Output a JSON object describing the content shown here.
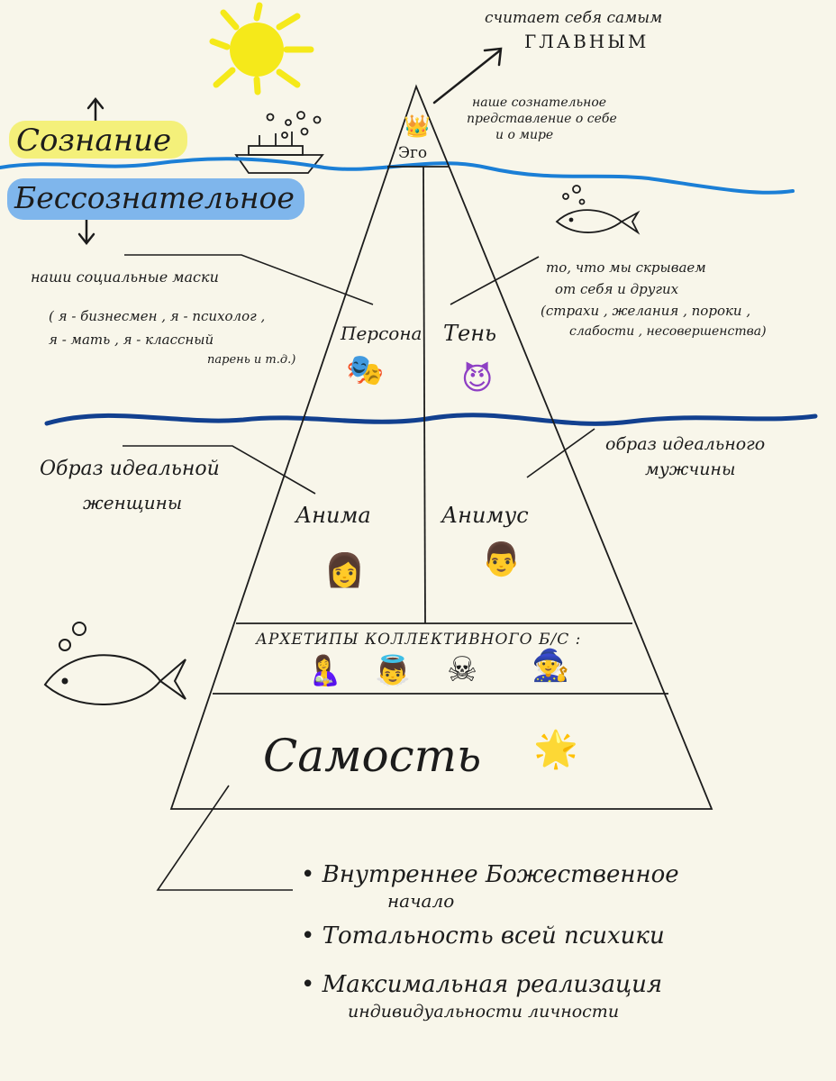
{
  "labels": {
    "consciousness": "Сознание",
    "unconscious": "Бессознательное",
    "ego": "Эго",
    "ego_note_top_1": "считает себя самым",
    "ego_note_top_2": "ГЛАВНЫМ",
    "ego_note_1": "наше сознательное",
    "ego_note_2": "представление о себе",
    "ego_note_3": "и о мире",
    "persona": "Персона",
    "shadow": "Тень",
    "persona_note_1": "наши социальные маски",
    "persona_note_2": "( я - бизнесмен , я - психолог ,",
    "persona_note_3": "я - мать , я - классный",
    "persona_note_4": "парень и т.д.)",
    "shadow_note_1": "то, что мы скрываем",
    "shadow_note_2": "от себя и других",
    "shadow_note_3": "(страхи , желания , пороки ,",
    "shadow_note_4": "слабости , несовершенства)",
    "anima": "Анима",
    "animus": "Анимус",
    "anima_note_1": "Образ идеальной",
    "anima_note_2": "женщины",
    "animus_note_1": "образ идеального",
    "animus_note_2": "мужчины",
    "archetypes": "АРХЕТИПЫ КОЛЛЕКТИВНОГО Б/С :",
    "self": "Самость",
    "self_points": [
      "• Внутреннее Божественное",
      "начало",
      "• Тотальность всей психики",
      "• Максимальная реализация",
      "индивидуальности личности"
    ]
  },
  "icons": {
    "crown": "👑",
    "masks": "🎭",
    "devil": "😈",
    "woman": "👩",
    "man": "👨",
    "mother": "🤱",
    "baby": "👼",
    "skull": "☠",
    "wizard": "🧙",
    "star": "🌟"
  },
  "colors": {
    "sun": "#f5e91a",
    "consciousness_highlight": "#f4f07a",
    "unconscious_highlight": "#7fb6ec",
    "upper_wave": "#1b7fd6",
    "middle_wave": "#12408f",
    "ink": "#1c1c1c"
  }
}
